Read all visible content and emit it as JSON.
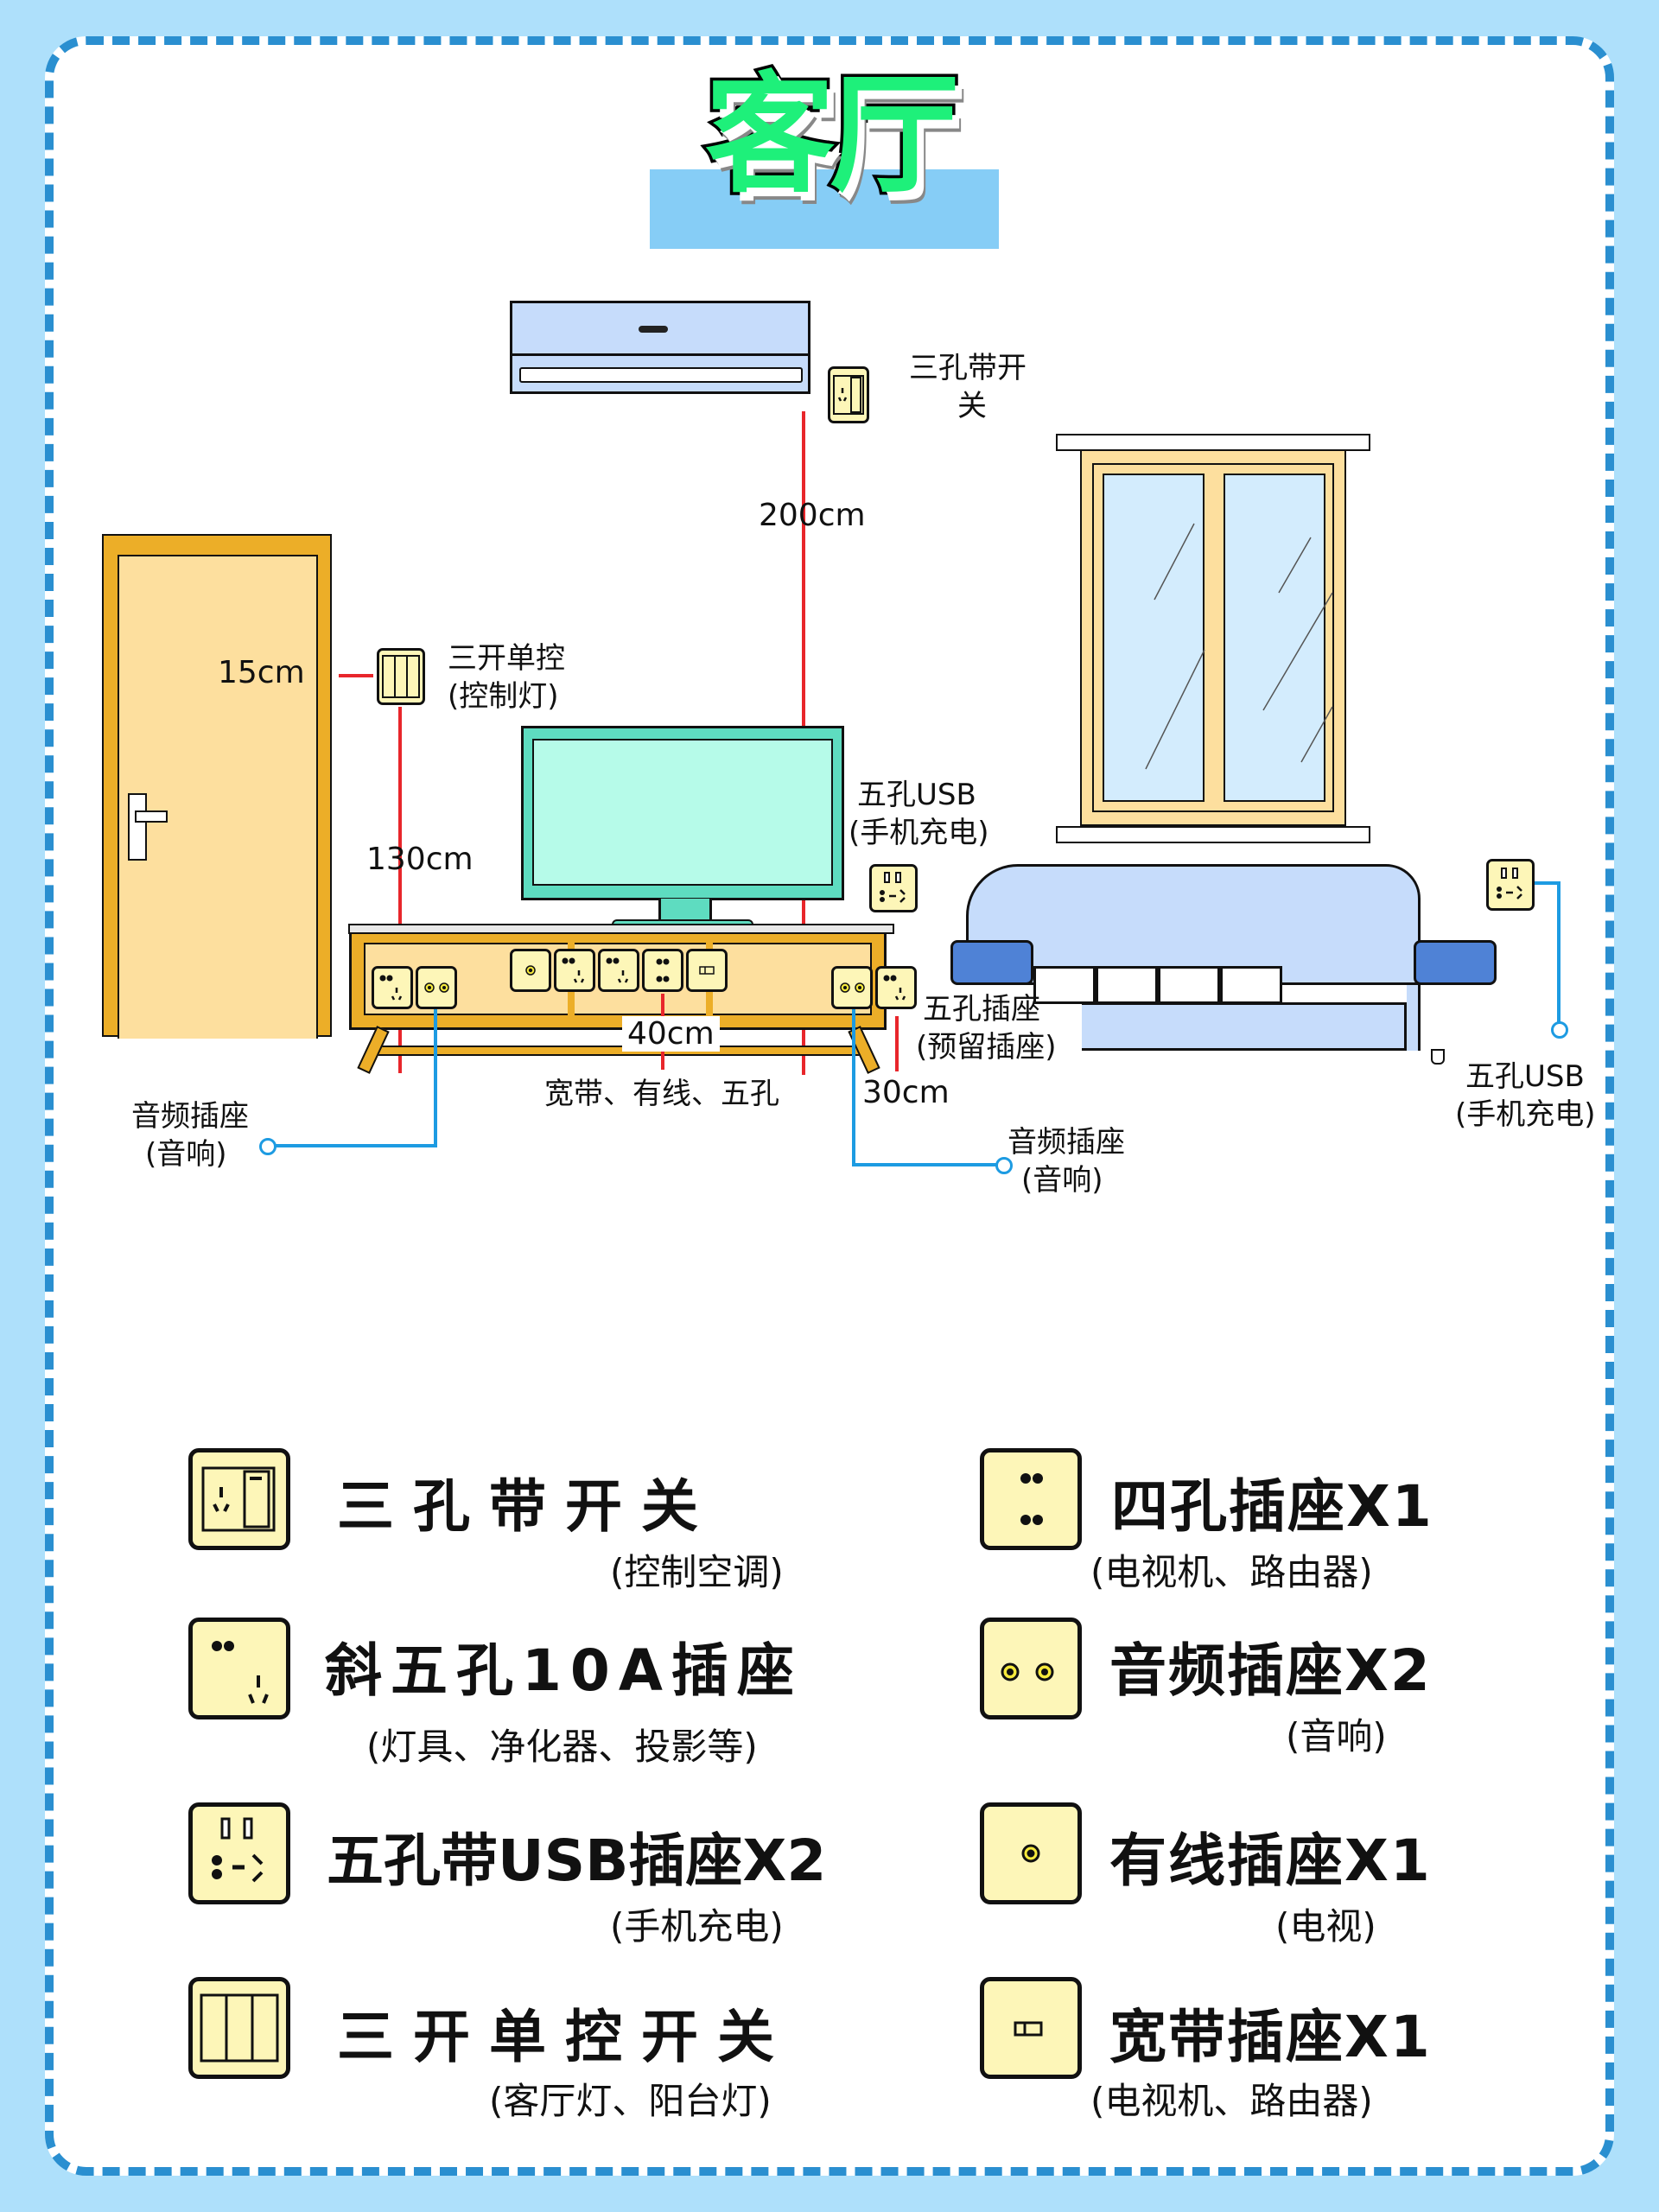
{
  "page": {
    "title": "客厅"
  },
  "colors": {
    "background": "#aee0fb",
    "border": "#2a8fd0",
    "title_fill": "#1ef07a",
    "title_band": "#86cdf6",
    "measure_line": "#e8262b",
    "audio_line": "#1d9be2",
    "socket_face": "#fdf6b8"
  },
  "diagram": {
    "ac_socket_label_line1": "三孔带开",
    "ac_socket_label_line2": "关",
    "ac_height": "200cm",
    "door_offset": "15cm",
    "switch_label": "三开单控",
    "switch_sub": "(控制灯)",
    "switch_height": "130cm",
    "usb_tv_label": "五孔USB",
    "usb_tv_sub": "(手机充电)",
    "cabinet_height": "40cm",
    "cabinet_sockets_label": "宽带、有线、五孔",
    "reserve_label": "五孔插座",
    "reserve_sub": "(预留插座)",
    "reserve_height": "30cm",
    "audio_left_label": "音频插座",
    "audio_left_sub": "(音响)",
    "audio_right_label": "音频插座",
    "audio_right_sub": "(音响)",
    "usb_sofa_label": "五孔USB",
    "usb_sofa_sub": "(手机充电)"
  },
  "legend": [
    {
      "icon": "three-hole-switch-socket-icon",
      "title": "三孔带开关",
      "sub": "(控制空调)"
    },
    {
      "icon": "four-hole-socket-icon",
      "title": "四孔插座X1",
      "sub": "(电视机、路由器)"
    },
    {
      "icon": "five-hole-socket-icon",
      "title": "斜五孔10A插座",
      "sub": "(灯具、净化器、投影等)"
    },
    {
      "icon": "audio-socket-icon",
      "title": "音频插座X2",
      "sub": "(音响)"
    },
    {
      "icon": "usb-five-hole-socket-icon",
      "title": "五孔带USB插座X2",
      "sub": "(手机充电)"
    },
    {
      "icon": "cable-tv-socket-icon",
      "title": "有线插座X1",
      "sub": "(电视)"
    },
    {
      "icon": "triple-switch-icon",
      "title": "三开单控开关",
      "sub": "(客厅灯、阳台灯)"
    },
    {
      "icon": "broadband-socket-icon",
      "title": "宽带插座X1",
      "sub": "(电视机、路由器)"
    }
  ]
}
